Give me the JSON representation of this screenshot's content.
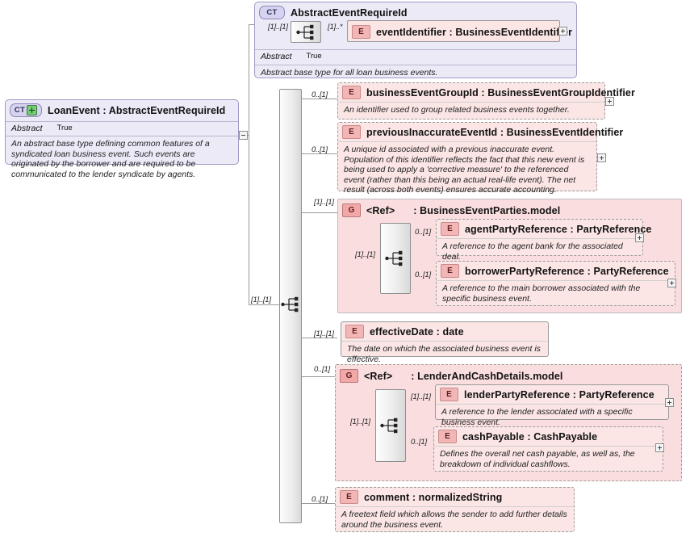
{
  "diagram": {
    "kind": "xsd-schema-diagram",
    "background": "#ffffff",
    "colors": {
      "element_fill": "#fbe5e5",
      "group_fill": "#fadedf",
      "complextype_fill": "#eceaf7",
      "badge_element": "#f3b6b6",
      "badge_group": "#f3a8a8",
      "badge_complextype": "#d5d3ef",
      "connector": "#9a9a9a"
    }
  },
  "abstract_base": {
    "badge": "CT",
    "icon_name": "complextype-icon",
    "title": "AbstractEventRequireId",
    "attribute_key": "Abstract",
    "attribute_value": "True",
    "documentation": "Abstract base type for all loan business events.",
    "sequence_icon": "sequence-icon",
    "cardinality_in": "[1]..[1]",
    "child": {
      "badge": "E",
      "icon_name": "element-icon",
      "title": "eventIdentifier : BusinessEventIdentifier",
      "cardinality": "[1]..*",
      "expand": "+"
    }
  },
  "loan_event": {
    "badge": "CT",
    "icon_name": "complextype-expandable-icon",
    "title": "LoanEvent : AbstractEventRequireId",
    "attribute_key": "Abstract",
    "attribute_value": "True",
    "documentation": "An abstract base type defining common features of a syndicated loan business event. Such events are originated by the borrower and are required to be communicated to the lender syndicate by agents.",
    "collapse_toggle": "-"
  },
  "main_sequence": {
    "icon_name": "sequence-icon",
    "cardinality": "[1]..[1]"
  },
  "children": [
    {
      "id": "businessEventGroupId",
      "node_type": "element",
      "badge": "E",
      "title": "businessEventGroupId : BusinessEventGroupIdentifier",
      "documentation": "An identifier used to group related business events together.",
      "cardinality": "0..[1]",
      "optional": true,
      "expand": "+"
    },
    {
      "id": "previousInaccurateEventId",
      "node_type": "element",
      "badge": "E",
      "title": "previousInaccurateEventId : BusinessEventIdentifier",
      "documentation": "A unique id associated with a previous inaccurate event. Population of this identifier reflects the fact that this new event is being used to apply a 'corrective measure' to the referenced event (rather than this being an actual real-life event). The net result (across both events) ensures accurate accounting.",
      "cardinality": "0..[1]",
      "optional": true,
      "expand": "+"
    },
    {
      "id": "BusinessEventParties.model",
      "node_type": "group",
      "badge": "G",
      "ref_label": "<Ref>",
      "title": ": BusinessEventParties.model",
      "cardinality": "[1]..[1]",
      "optional": false,
      "sequence_icon": "sequence-icon",
      "inner_cardinality": "[1]..[1]",
      "members": [
        {
          "badge": "E",
          "title": "agentPartyReference : PartyReference",
          "documentation": "A reference to the agent bank for the associated deal.",
          "cardinality": "0..[1]",
          "optional": true,
          "expand": "+"
        },
        {
          "badge": "E",
          "title": "borrowerPartyReference : PartyReference",
          "documentation": "A reference to the main borrower associated with the specific business event.",
          "cardinality": "0..[1]",
          "optional": true,
          "expand": "+"
        }
      ]
    },
    {
      "id": "effectiveDate",
      "node_type": "element",
      "badge": "E",
      "title": "effectiveDate : date",
      "documentation": "The date on which the associated business event is effective.",
      "cardinality": "[1]..[1]",
      "optional": false,
      "expand": null
    },
    {
      "id": "LenderAndCashDetails.model",
      "node_type": "group",
      "badge": "G",
      "ref_label": "<Ref>",
      "title": ": LenderAndCashDetails.model",
      "cardinality": "0..[1]",
      "optional": true,
      "sequence_icon": "sequence-icon",
      "inner_cardinality": "[1]..[1]",
      "members": [
        {
          "badge": "E",
          "title": "lenderPartyReference : PartyReference",
          "documentation": "A reference to the lender associated with a specific business event.",
          "cardinality": "[1]..[1]",
          "optional": false,
          "expand": "+"
        },
        {
          "badge": "E",
          "title": "cashPayable : CashPayable",
          "documentation": "Defines the overall net cash payable, as well as, the breakdown of individual cashflows.",
          "cardinality": "0..[1]",
          "optional": true,
          "expand": "+"
        }
      ]
    },
    {
      "id": "comment",
      "node_type": "element",
      "badge": "E",
      "title": "comment : normalizedString",
      "documentation": "A freetext field which allows the sender to add further details around the business event.",
      "cardinality": "0..[1]",
      "optional": true,
      "expand": null
    }
  ]
}
